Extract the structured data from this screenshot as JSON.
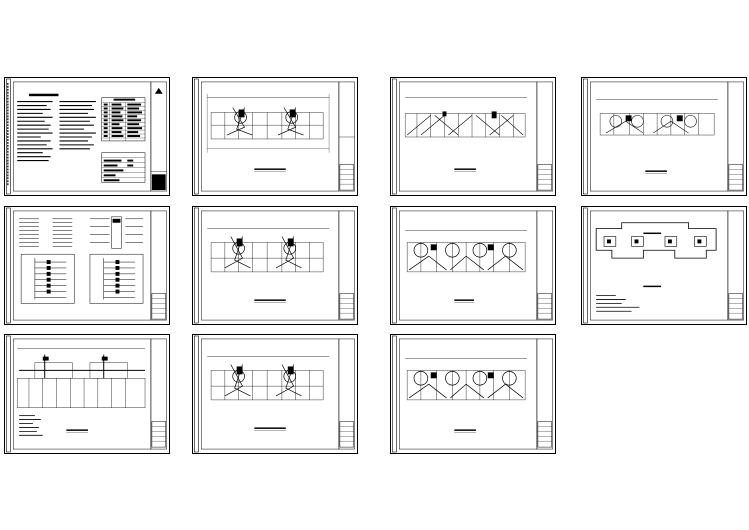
{
  "sheets": [
    {
      "id": "sheet-1",
      "kind": "notes"
    },
    {
      "id": "sheet-2",
      "kind": "floorplan"
    },
    {
      "id": "sheet-3",
      "kind": "floorplan-roof"
    },
    {
      "id": "sheet-4",
      "kind": "floorplan"
    },
    {
      "id": "sheet-5",
      "kind": "schematic"
    },
    {
      "id": "sheet-6",
      "kind": "floorplan"
    },
    {
      "id": "sheet-7",
      "kind": "floorplan"
    },
    {
      "id": "sheet-8",
      "kind": "roof-outline"
    },
    {
      "id": "sheet-9",
      "kind": "floorplan-ground"
    },
    {
      "id": "sheet-10",
      "kind": "floorplan"
    },
    {
      "id": "sheet-11",
      "kind": "floorplan"
    }
  ],
  "colors": {
    "line": "#000000",
    "background": "#ffffff"
  }
}
